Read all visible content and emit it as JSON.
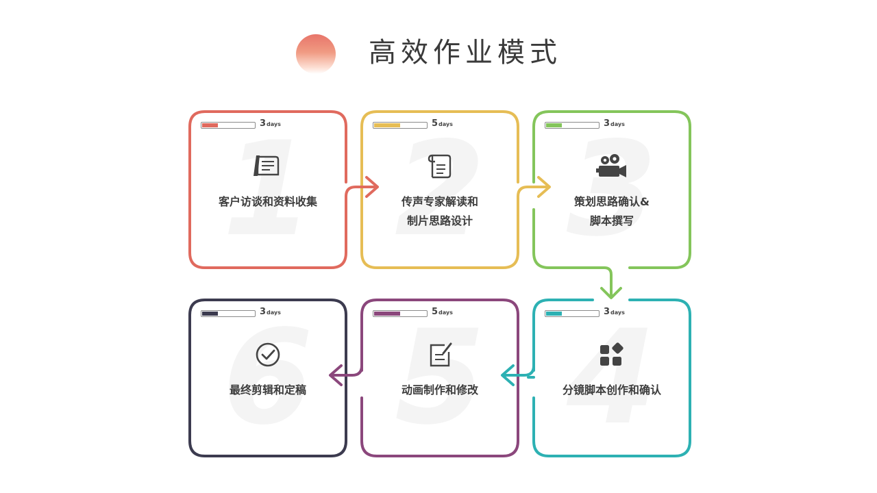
{
  "page": {
    "title": "高效作业模式"
  },
  "steps": [
    {
      "number": "1",
      "label_lines": [
        "客户访谈和资料收集"
      ],
      "days": "3",
      "unit": "days",
      "progress": 0.3,
      "color": "#e06a5e",
      "icon": "pen-document-icon"
    },
    {
      "number": "2",
      "label_lines": [
        "传声专家解读和",
        "制片思路设计"
      ],
      "days": "5",
      "unit": "days",
      "progress": 0.5,
      "color": "#e6bd55",
      "icon": "scroll-icon"
    },
    {
      "number": "3",
      "label_lines": [
        "策划思路确认&",
        "脚本撰写"
      ],
      "days": "3",
      "unit": "days",
      "progress": 0.3,
      "color": "#84c55b",
      "icon": "video-camera-icon"
    },
    {
      "number": "4",
      "label_lines": [
        "分镜脚本创作和确认"
      ],
      "days": "3",
      "unit": "days",
      "progress": 0.3,
      "color": "#2db1b3",
      "icon": "shapes-icon"
    },
    {
      "number": "5",
      "label_lines": [
        "动画制作和修改"
      ],
      "days": "5",
      "unit": "days",
      "progress": 0.5,
      "color": "#8b477c",
      "icon": "edit-document-icon"
    },
    {
      "number": "6",
      "label_lines": [
        "最终剪辑和定稿"
      ],
      "days": "3",
      "unit": "days",
      "progress": 0.3,
      "color": "#3c3b4f",
      "icon": "check-circle-icon"
    }
  ]
}
